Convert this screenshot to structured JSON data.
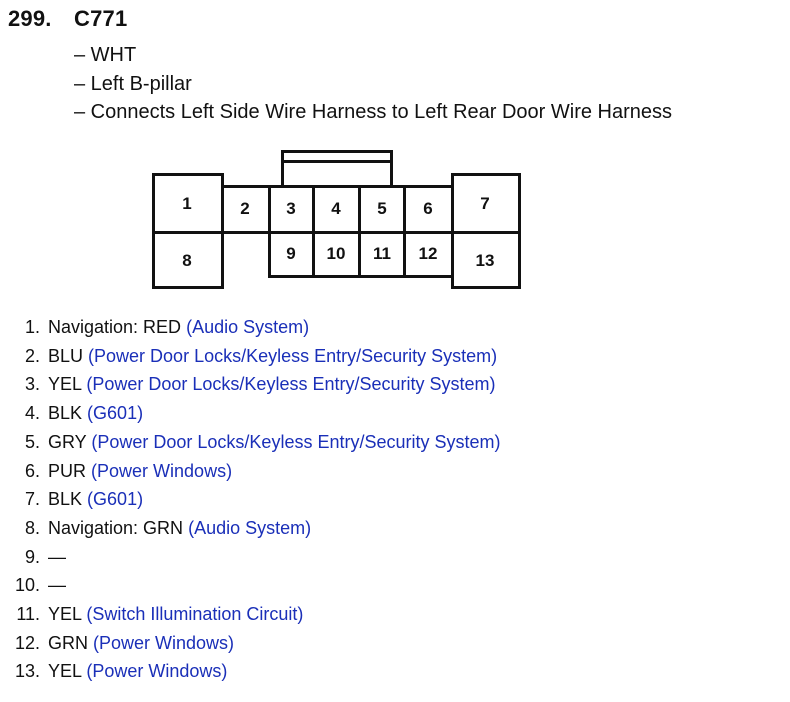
{
  "connector": {
    "number": "299.",
    "name": "C771",
    "details": [
      "– WHT",
      "– Left B-pillar",
      "– Connects Left Side Wire Harness to Left Rear Door Wire Harness"
    ]
  },
  "diagram_pins": [
    "1",
    "2",
    "3",
    "4",
    "5",
    "6",
    "7",
    "8",
    "9",
    "10",
    "11",
    "12",
    "13"
  ],
  "pin_list": [
    {
      "no": "1.",
      "wire": "Navigation: RED",
      "circuit": "(Audio System)"
    },
    {
      "no": "2.",
      "wire": "BLU",
      "circuit": "(Power Door Locks/Keyless Entry/Security System)"
    },
    {
      "no": "3.",
      "wire": "YEL",
      "circuit": "(Power Door Locks/Keyless Entry/Security System)"
    },
    {
      "no": "4.",
      "wire": "BLK",
      "circuit": "(G601)"
    },
    {
      "no": "5.",
      "wire": "GRY",
      "circuit": "(Power Door Locks/Keyless Entry/Security System)"
    },
    {
      "no": "6.",
      "wire": "PUR",
      "circuit": "(Power Windows)"
    },
    {
      "no": "7.",
      "wire": "BLK",
      "circuit": "(G601)"
    },
    {
      "no": "8.",
      "wire": "Navigation: GRN",
      "circuit": "(Audio System)"
    },
    {
      "no": "9.",
      "wire": "—",
      "circuit": ""
    },
    {
      "no": "10.",
      "wire": "—",
      "circuit": ""
    },
    {
      "no": "11.",
      "wire": "YEL",
      "circuit": "(Switch Illumination Circuit)"
    },
    {
      "no": "12.",
      "wire": "GRN",
      "circuit": "(Power Windows)"
    },
    {
      "no": "13.",
      "wire": "YEL",
      "circuit": "(Power Windows)"
    }
  ],
  "colors": {
    "text": "#111111",
    "circuit_link": "#1a2fb8"
  }
}
